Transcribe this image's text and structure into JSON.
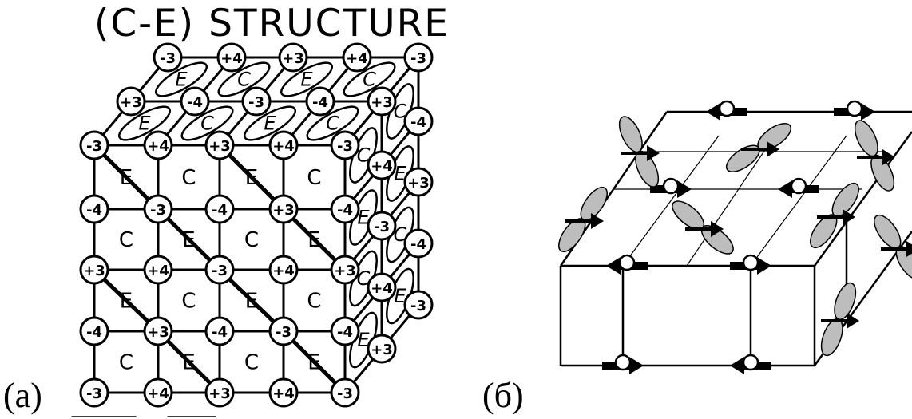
{
  "panel_a": {
    "label": "(a)",
    "title": "(C-E) STRUCTURE",
    "front_rows": [
      [
        "-3",
        "+4",
        "+3",
        "+4",
        "-3"
      ],
      [
        "-4",
        "-3",
        "-4",
        "+3",
        "-4"
      ],
      [
        "+3",
        "+4",
        "-3",
        "+4",
        "+3"
      ],
      [
        "-4",
        "+3",
        "-4",
        "-3",
        "-4"
      ],
      [
        "-3",
        "+4",
        "+3",
        "+4",
        "-3"
      ]
    ],
    "front_cells": [
      [
        "E",
        "C",
        "E",
        "C"
      ],
      [
        "C",
        "E",
        "C",
        "E"
      ],
      [
        "E",
        "C",
        "E",
        "C"
      ],
      [
        "C",
        "E",
        "C",
        "E"
      ]
    ],
    "top_back_row": [
      "-3",
      "+4",
      "+3",
      "+4",
      "-3"
    ],
    "top_mid_row": [
      "+3",
      "-4",
      "-3",
      "-4",
      "+3"
    ],
    "top_letters_back": [
      "E",
      "C",
      "E",
      "C"
    ],
    "top_letters_front": [
      "E",
      "C",
      "E",
      "C"
    ],
    "side_back_col": [
      "-3",
      "-4",
      "+3",
      "-4",
      "-3"
    ],
    "side_mid_col": [
      "+3",
      "+4",
      "-3",
      "+4",
      "+3"
    ],
    "side_letters_a": [
      "C",
      "E",
      "C",
      "E"
    ],
    "side_letters_b": [
      "C",
      "E",
      "C",
      "E"
    ]
  },
  "panel_b": {
    "label": "(б)"
  },
  "colors": {
    "ink": "#000000",
    "lobe_fill": "#bdbdbd",
    "paper": "#ffffff"
  }
}
